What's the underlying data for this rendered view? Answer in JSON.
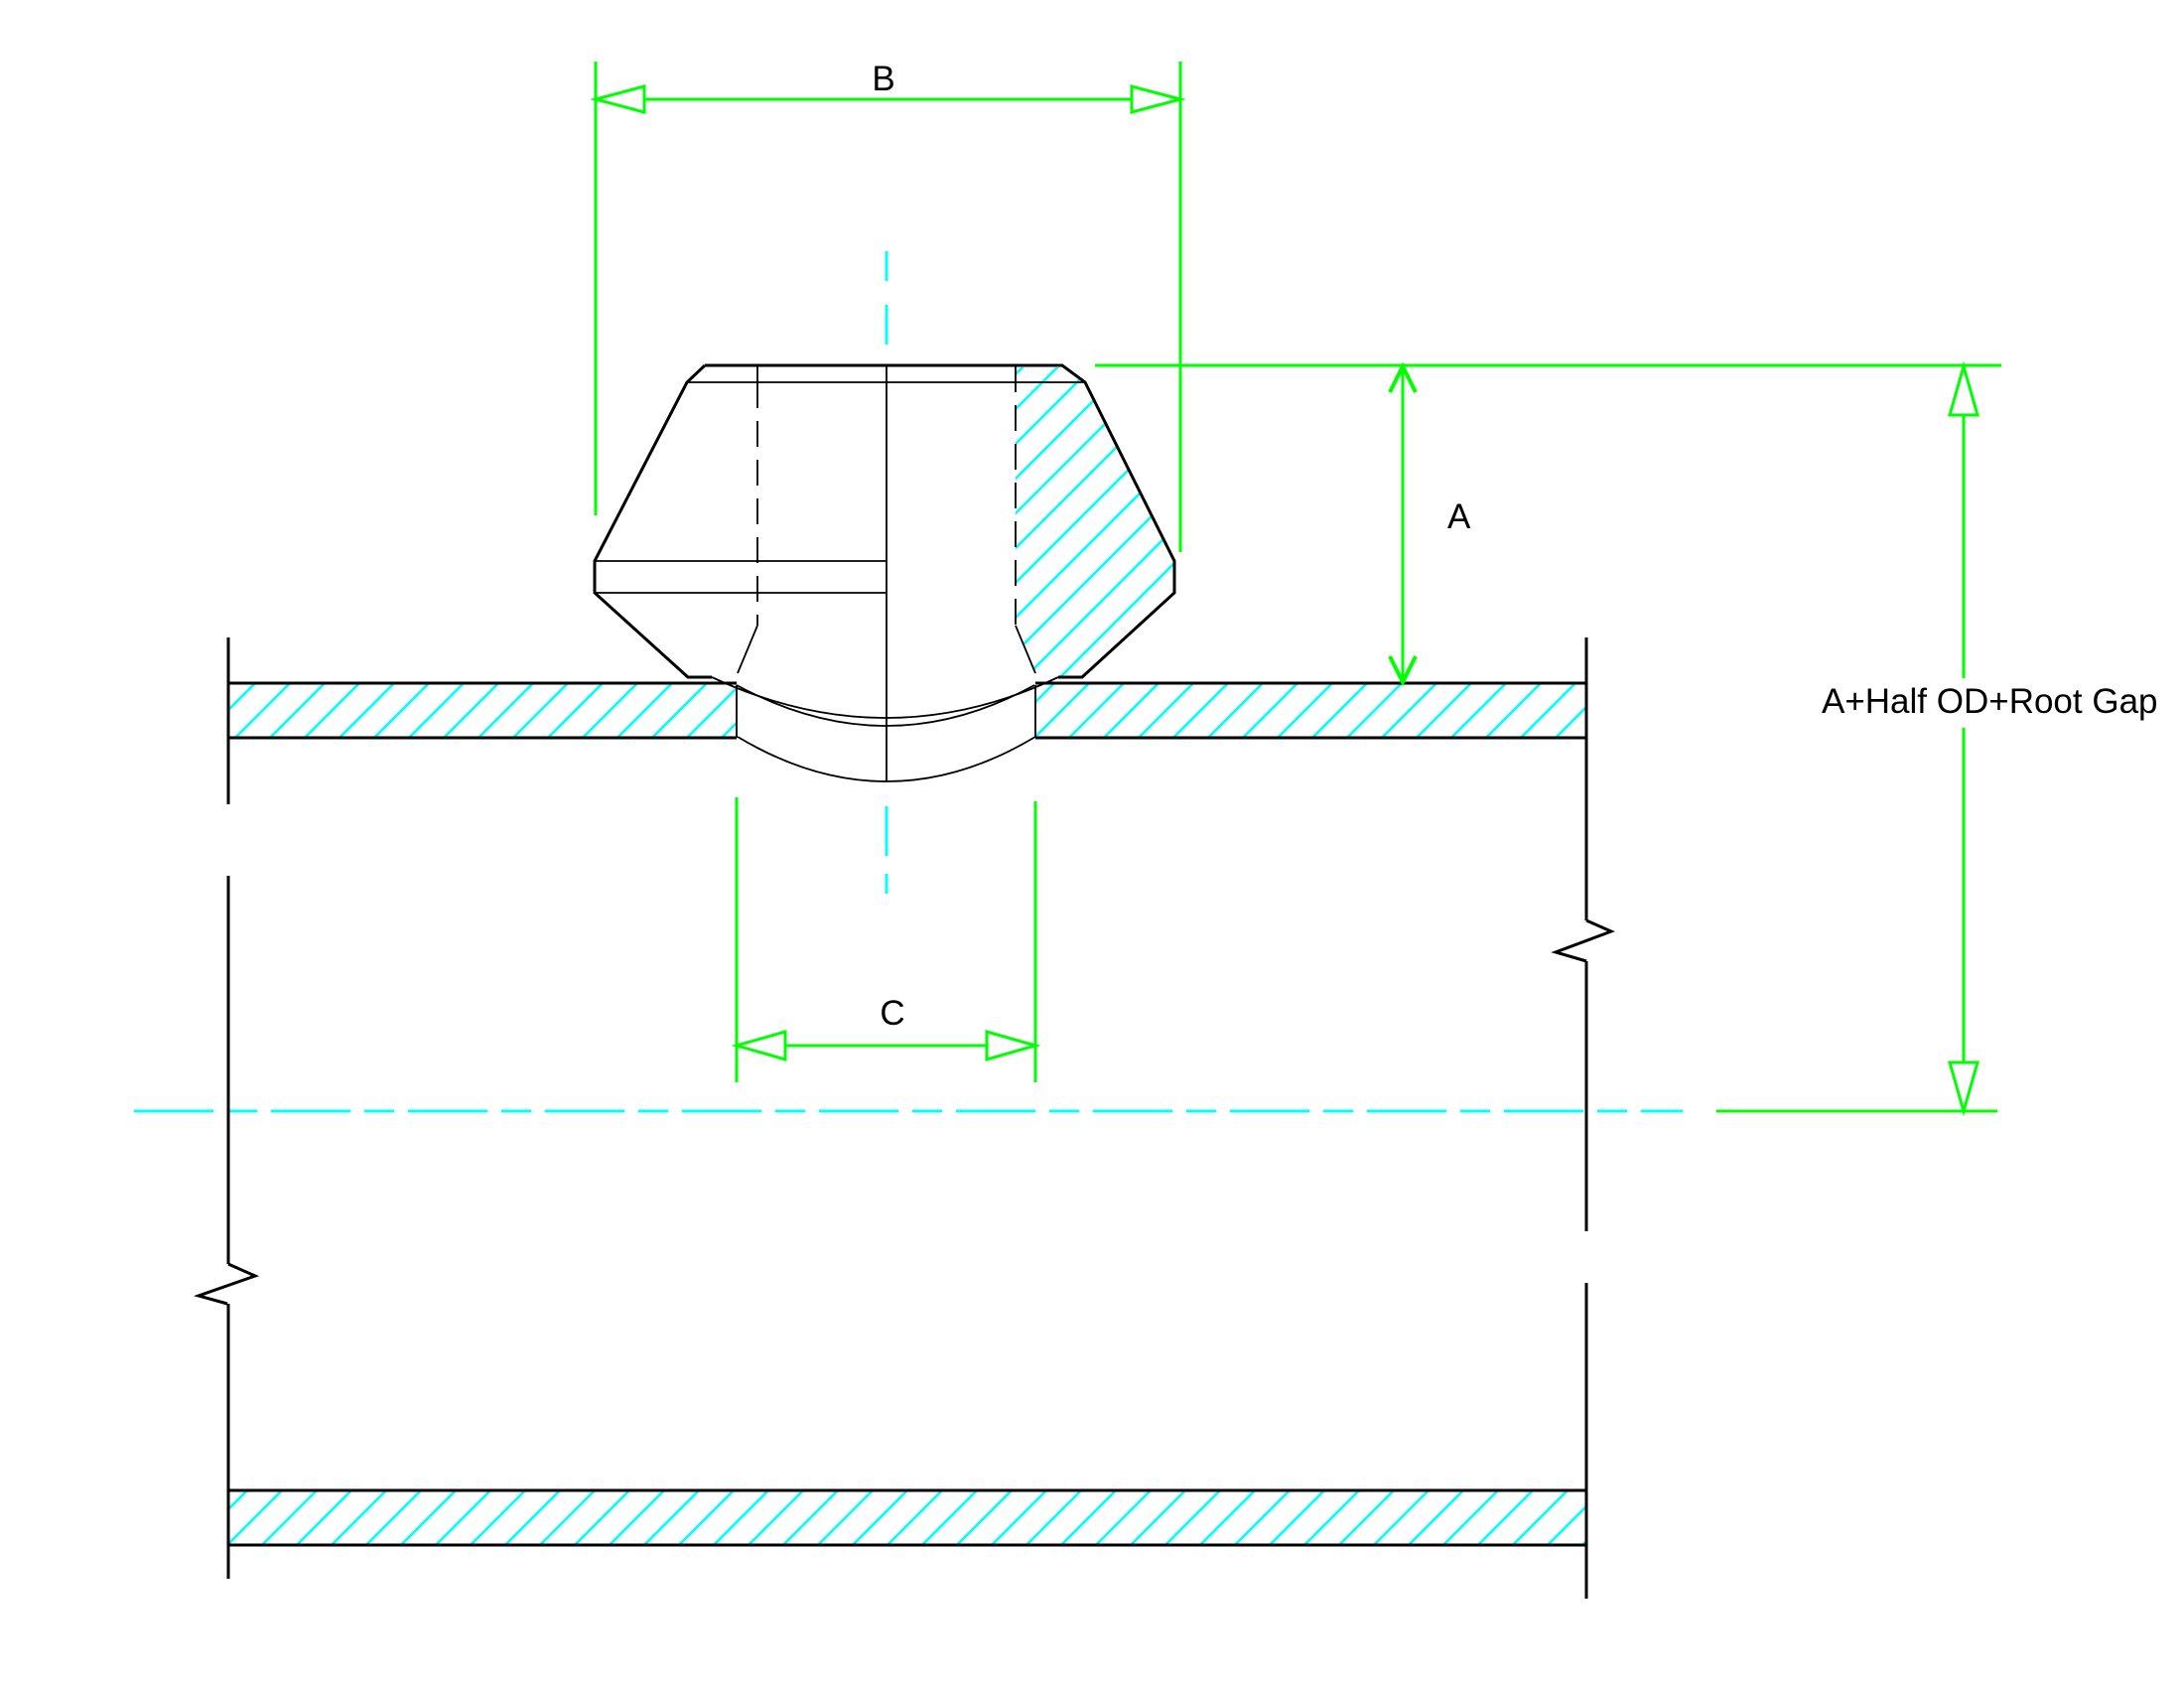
{
  "drawing": {
    "type": "weldolet-branch-connection-section",
    "dimensions": {
      "b": {
        "label": "B"
      },
      "a": {
        "label": "A"
      },
      "c": {
        "label": "C"
      },
      "total": {
        "label": "A+Half OD+Root Gap"
      }
    },
    "colors": {
      "dimension": "#00ff00",
      "centerline": "#00ffff",
      "hatch": "#00ffff",
      "line": "#000000",
      "background": "#ffffff"
    }
  }
}
